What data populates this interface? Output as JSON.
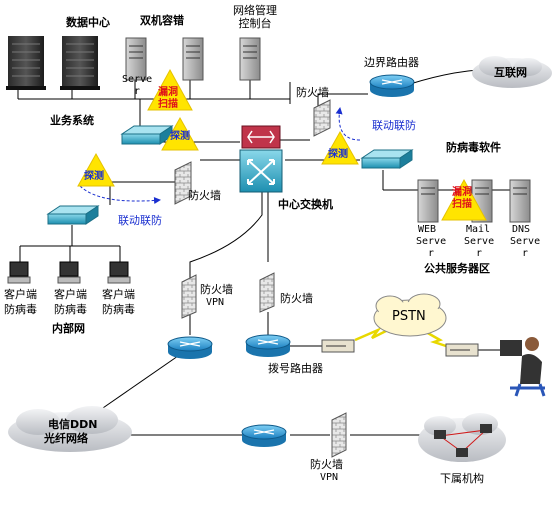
{
  "labels": {
    "data_center": "数据中心",
    "dual_hot_standby": "双机容错",
    "net_console_line1": "网络管理",
    "net_console_line2": "控制台",
    "serve": "Serve",
    "serve_r": "r",
    "biz_system": "业务系统",
    "vuln_scan_1": "漏洞",
    "vuln_scan_2": "扫描",
    "probe": "探测",
    "firewall": "防火墙",
    "border_router": "边界路由器",
    "internet": "互联网",
    "linkage": "联动联防",
    "antivirus_software": "防病毒软件",
    "core_switch": "中心交换机",
    "web": "WEB",
    "mail": "Mail",
    "dns": "DNS",
    "public_server_zone": "公共服务器区",
    "client": "客户端",
    "antivirus": "防病毒",
    "intranet": "内部网",
    "vpn": "VPN",
    "dialup_router": "拨号路由器",
    "pstn": "PSTN",
    "telecom_ddn_1": "电信DDN",
    "telecom_ddn_2": "光纤网络",
    "branch": "下属机构"
  },
  "colors": {
    "router_blue": "#2e9ed8",
    "switch_teal": "#2ca6c6",
    "core_red": "#c0344a",
    "warning_yellow": "#ffe400",
    "scan_text_red": "#e0101a",
    "probe_text_blue": "#1a2fd0",
    "cloud_gray": "#d6d8dc",
    "link_blue": "#1a2fd0"
  }
}
